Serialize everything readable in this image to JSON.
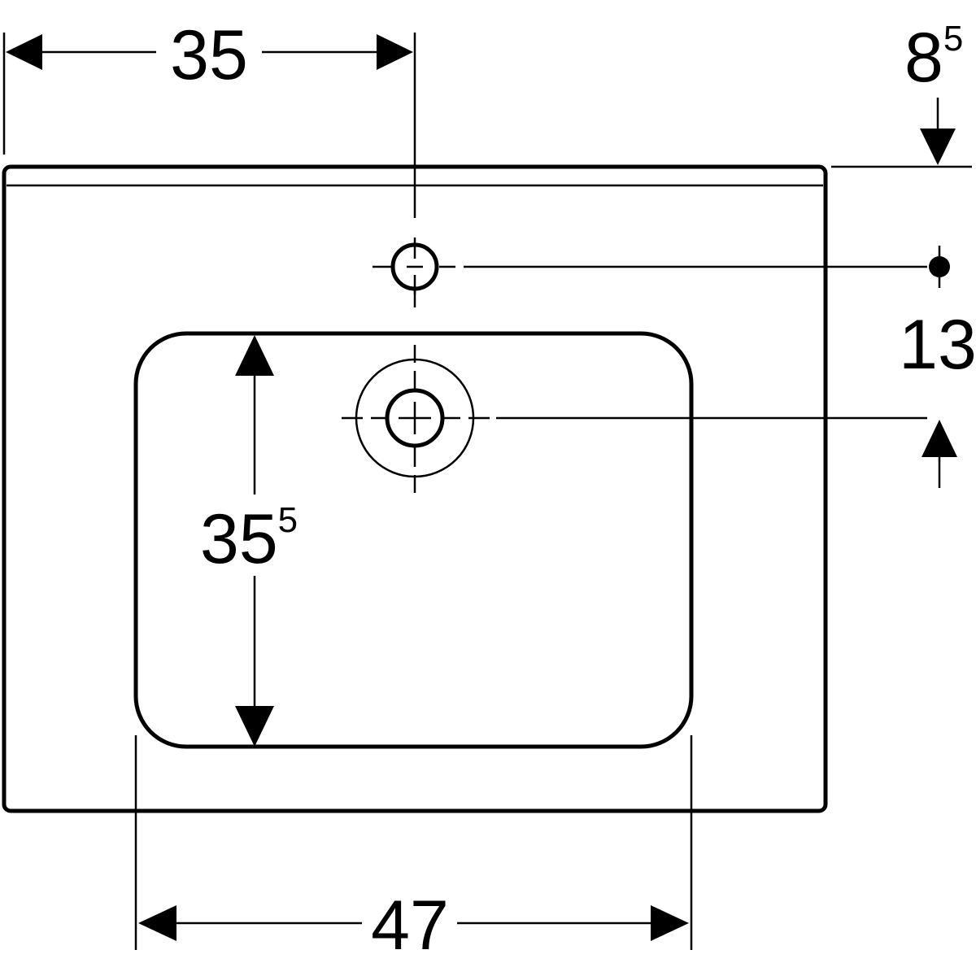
{
  "drawing": {
    "colors": {
      "line": "#000000",
      "background": "#ffffff"
    },
    "dimensions": {
      "tap_hole_from_left": {
        "value": "35"
      },
      "rim_thickness": {
        "value": "8",
        "superscript": "5"
      },
      "tap_to_drain_offset": {
        "value": "13"
      },
      "bowl_depth": {
        "value": "35",
        "superscript": "5"
      },
      "bowl_width": {
        "value": "47"
      }
    }
  }
}
